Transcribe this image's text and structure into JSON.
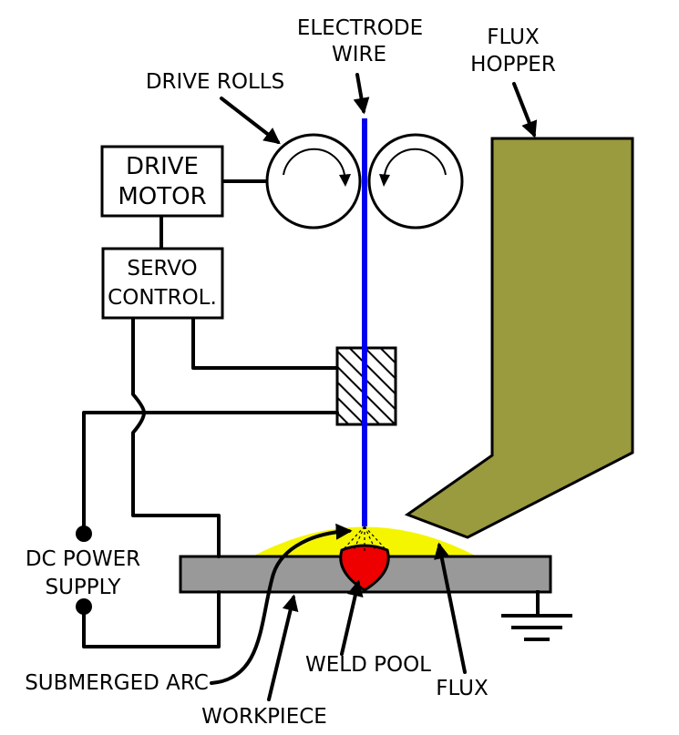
{
  "labels": {
    "electrode_wire": [
      "ELECTRODE",
      "WIRE"
    ],
    "flux_hopper": [
      "FLUX",
      "HOPPER"
    ],
    "drive_rolls": "DRIVE ROLLS",
    "drive_motor": [
      "DRIVE",
      "MOTOR"
    ],
    "servo_control": [
      "SERVO",
      "CONTROL."
    ],
    "dc_power_supply": [
      "DC POWER",
      "SUPPLY"
    ],
    "submerged_arc": "SUBMERGED ARC",
    "weld_pool": "WELD POOL",
    "flux": "FLUX",
    "workpiece": "WORKPIECE"
  },
  "colors": {
    "electrode": "#0000ee",
    "flux_hopper": "#9a9a3e",
    "flux_mound": "#f5f500",
    "weld_pool": "#ee0000",
    "workpiece": "#999999",
    "line": "#000000"
  }
}
